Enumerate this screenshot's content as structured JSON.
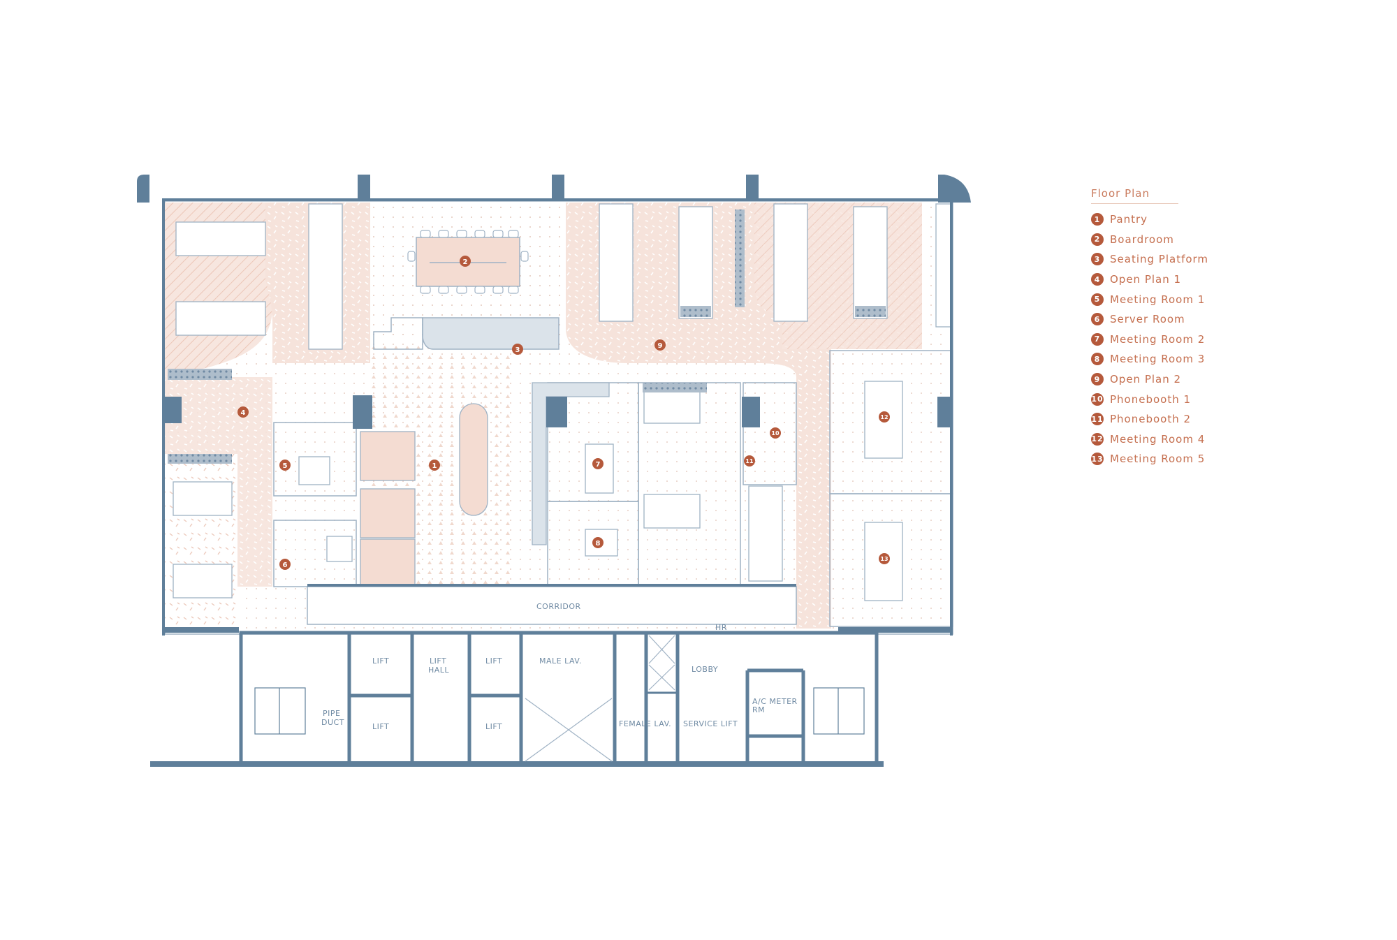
{
  "legend": {
    "title": "Floor Plan",
    "items": [
      {
        "num": "1",
        "label": "Pantry"
      },
      {
        "num": "2",
        "label": "Boardroom"
      },
      {
        "num": "3",
        "label": "Seating Platform"
      },
      {
        "num": "4",
        "label": "Open Plan 1"
      },
      {
        "num": "5",
        "label": "Meeting Room 1"
      },
      {
        "num": "6",
        "label": "Server Room"
      },
      {
        "num": "7",
        "label": "Meeting Room 2"
      },
      {
        "num": "8",
        "label": "Meeting Room 3"
      },
      {
        "num": "9",
        "label": "Open Plan 2"
      },
      {
        "num": "10",
        "label": "Phonebooth 1"
      },
      {
        "num": "11",
        "label": "Phonebooth 2"
      },
      {
        "num": "12",
        "label": "Meeting Room 4"
      },
      {
        "num": "13",
        "label": "Meeting Room 5"
      }
    ]
  },
  "service_labels": {
    "corridor": "CORRIDOR",
    "lift_1": "LIFT",
    "lift_2": "LIFT",
    "lift_3": "LIFT",
    "lift_4": "LIFT",
    "lift_hall_1": "LIFT",
    "lift_hall_2": "HALL",
    "male_lav": "MALE LAV.",
    "female_lav": "FEMALE LAV.",
    "lobby": "LOBBY",
    "service_lift": "SERVICE LIFT",
    "ac_meter_1": "A/C METER",
    "ac_meter_2": "RM",
    "pipe_duct_1": "PIPE",
    "pipe_duct_2": "DUCT",
    "hr": "HR"
  },
  "colors": {
    "wall": "#5f7f9a",
    "line": "#9fb2c4",
    "zone": "#f6e3db",
    "furniture": "#ffffff",
    "accent": "#b5593b",
    "legend_text": "#c56f4f"
  }
}
